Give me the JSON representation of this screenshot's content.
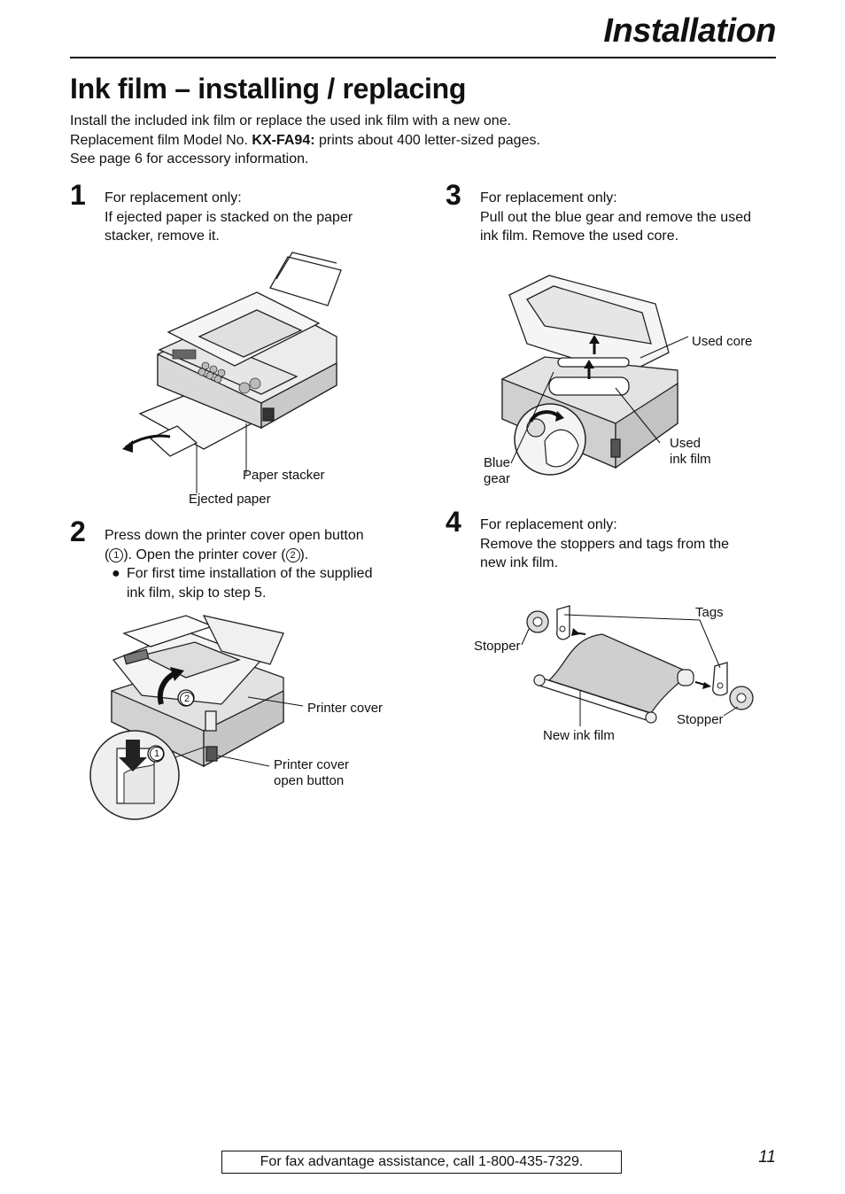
{
  "header": {
    "section_title": "Installation"
  },
  "page_title": "Ink film – installing / replacing",
  "intro": {
    "line1": "Install the included ink film or replace the used ink film with a new one.",
    "line2_prefix": "Replacement film Model No. ",
    "line2_model": "KX-FA94:",
    "line2_suffix": " prints about 400 letter-sized pages.",
    "line3": "See page 6 for accessory information."
  },
  "steps": [
    {
      "number": "1",
      "lines": [
        "For replacement only:",
        "If ejected paper is stacked on the paper",
        "stacker, remove it."
      ],
      "callouts": {
        "paper_stacker": "Paper stacker",
        "ejected_paper": "Ejected paper"
      }
    },
    {
      "number": "2",
      "line1": "Press down the printer cover open button",
      "line2_a": "(",
      "line2_circ1": "1",
      "line2_b": "). Open the printer cover (",
      "line2_circ2": "2",
      "line2_c": ").",
      "bullet_symbol": "●",
      "bullet_lines": [
        "For first time installation of the supplied",
        "ink film, skip to step 5."
      ],
      "callouts": {
        "printer_cover": "Printer cover",
        "open_button_line1": "Printer cover",
        "open_button_line2": "open button",
        "marker1": "1",
        "marker2": "2"
      }
    },
    {
      "number": "3",
      "lines": [
        "For replacement only:",
        "Pull out the blue gear and remove the used",
        "ink film. Remove the used core."
      ],
      "callouts": {
        "used_core": "Used core",
        "used_ink_film_line1": "Used",
        "used_ink_film_line2": "ink film",
        "blue_gear_line1": "Blue",
        "blue_gear_line2": "gear"
      }
    },
    {
      "number": "4",
      "lines": [
        "For replacement only:",
        "Remove the stoppers and tags from the",
        "new ink film."
      ],
      "callouts": {
        "tags": "Tags",
        "stopper_left": "Stopper",
        "stopper_right": "Stopper",
        "new_ink_film": "New ink film"
      }
    }
  ],
  "footer": {
    "assistance": "For fax advantage assistance, call 1-800-435-7329.",
    "page_number": "11"
  }
}
